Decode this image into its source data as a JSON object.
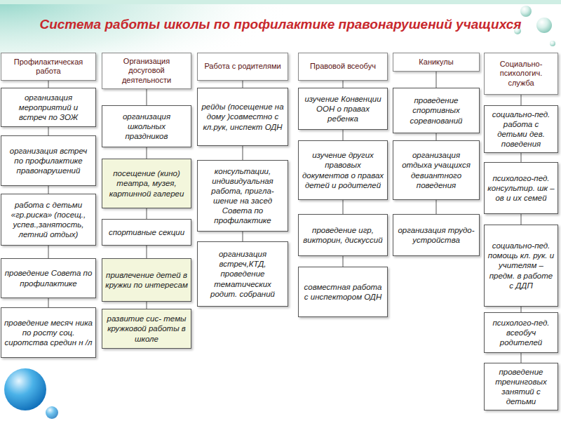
{
  "diagram": {
    "title": "Система работы школы по профилактике правонарушений учащихся",
    "nodes": [
      {
        "text": [
          "Профилактическая работа"
        ]
      },
      {
        "text": [
          "организация мероприятий и встреч по ЗОЖ"
        ]
      },
      {
        "text": [
          "организация встреч по профилактике правонарушений"
        ]
      },
      {
        "text": [
          "работа с детьми «гр.риска» (посещ., успев.,занятость, летний отдых)"
        ]
      },
      {
        "text": [
          "проведение Совета по профилактике"
        ]
      },
      {
        "text": [
          "проведение месяч ника по росту соц. сиротства средин н /л"
        ]
      },
      {
        "text": [
          "Организация досуговой деятельности"
        ]
      },
      {
        "text": [
          "организация школьных праздников"
        ]
      },
      {
        "text": [
          "посещение (кино) театра, музея, картинной галереи"
        ]
      },
      {
        "text": [
          "спортивные секции"
        ]
      },
      {
        "text": [
          "привлечение детей в кружки по интересам"
        ]
      },
      {
        "text": [
          "развитие сис- темы кружковой работы в школе"
        ]
      },
      {
        "text": [
          "Работа с родителями"
        ]
      },
      {
        "text": [
          "рейды (посещение на дому )совместно с кл.рук, инспект ОДН"
        ]
      },
      {
        "text": [
          "консультации, индивидуальная работа, пригла- шение на засед Совета по профилактике"
        ]
      },
      {
        "text": [
          "организация встреч,КТД, проведение тематических родит. собраний"
        ]
      },
      {
        "text": [
          "Правовой всеобуч"
        ]
      },
      {
        "text": [
          "изучение Конвенции ООН о правах ребенка"
        ]
      },
      {
        "text": [
          "изучение других правовых документов о правах детей и родителей"
        ]
      },
      {
        "text": [
          "проведение игр, викторин, дискуссий"
        ]
      },
      {
        "text": [
          "совместная работа с инспектором ОДН"
        ]
      },
      {
        "text": [
          "Каникулы"
        ]
      },
      {
        "text": [
          "проведение спортивных соревнований"
        ]
      },
      {
        "text": [
          "организация отдыха учащихся девиантного поведения"
        ]
      },
      {
        "text": [
          "организация трудо- устройства"
        ]
      },
      {
        "text": [
          "Социально-психологич. служба"
        ]
      },
      {
        "text": [
          "социально-пед. работа с детьми дев. поведения"
        ]
      },
      {
        "text": [
          "психолого-пед. консультир. шк – ов и их семей"
        ]
      },
      {
        "text": [
          "социально-пед. помощь кл. рук. и учителям – предм. в работе с ДДП"
        ]
      },
      {
        "text": [
          "психолого-пед. всеобуч родителей"
        ]
      },
      {
        "text": [
          "проведение тренинговых занятий с детьми"
        ]
      }
    ],
    "edges": [
      {
        "from": 0,
        "to": 1,
        "arrow": "none"
      },
      {
        "from": 1,
        "to": 2,
        "arrow": "none"
      },
      {
        "from": 2,
        "to": 3,
        "arrow": "none"
      },
      {
        "from": 3,
        "to": 4,
        "arrow": "none"
      },
      {
        "from": 4,
        "to": 5,
        "arrow": "none"
      },
      {
        "from": 6,
        "to": 7,
        "arrow": "none"
      },
      {
        "from": 7,
        "to": 8,
        "arrow": "none"
      },
      {
        "from": 8,
        "to": 9,
        "arrow": "none"
      },
      {
        "from": 9,
        "to": 10,
        "arrow": "none"
      },
      {
        "from": 10,
        "to": 11,
        "arrow": "none"
      },
      {
        "from": 12,
        "to": 13,
        "arrow": "none"
      },
      {
        "from": 13,
        "to": 14,
        "arrow": "none"
      },
      {
        "from": 14,
        "to": 15,
        "arrow": "none"
      },
      {
        "from": 16,
        "to": 17,
        "arrow": "none"
      },
      {
        "from": 17,
        "to": 18,
        "arrow": "none"
      },
      {
        "from": 18,
        "to": 19,
        "arrow": "none"
      },
      {
        "from": 19,
        "to": 20,
        "arrow": "none"
      },
      {
        "from": 21,
        "to": 22,
        "arrow": "none"
      },
      {
        "from": 22,
        "to": 23,
        "arrow": "none"
      },
      {
        "from": 23,
        "to": 24,
        "arrow": "none"
      },
      {
        "from": 25,
        "to": 26,
        "arrow": "none"
      },
      {
        "from": 26,
        "to": 27,
        "arrow": "none"
      },
      {
        "from": 27,
        "to": 28,
        "arrow": "none"
      },
      {
        "from": 28,
        "to": 29,
        "arrow": "none"
      },
      {
        "from": 29,
        "to": 30,
        "arrow": "none"
      }
    ]
  }
}
